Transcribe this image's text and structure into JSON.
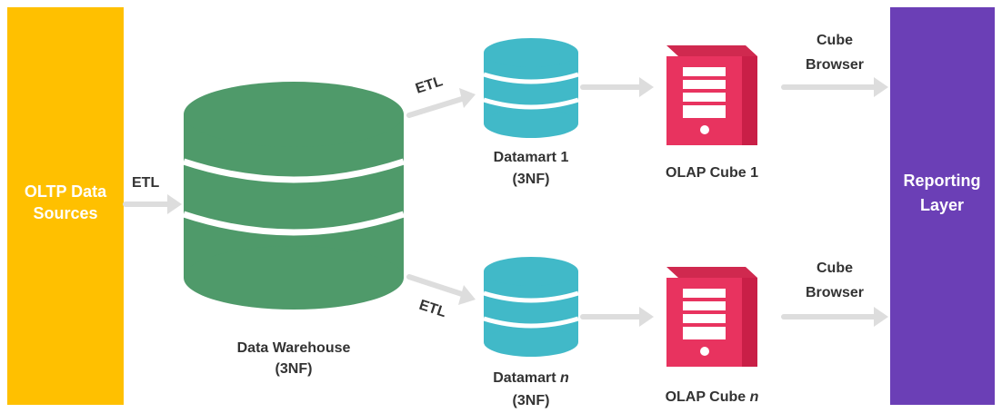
{
  "colors": {
    "oltp_panel": "#ffc000",
    "reporting_panel": "#6b3fb6",
    "warehouse": "#4f9a6a",
    "datamart": "#41b9c8",
    "olap": "#e8335f",
    "arrow": "#dddddd",
    "text": "#333333"
  },
  "sources": {
    "line1": "OLTP Data",
    "line2": "Sources"
  },
  "etl_left": "ETL",
  "warehouse": {
    "line1": "Data Warehouse",
    "line2": "(3NF)"
  },
  "etl_upper": "ETL",
  "etl_lower": "ETL",
  "datamart_top": {
    "line1": "Datamart 1",
    "line2": "(3NF)"
  },
  "datamart_bottom": {
    "line1_prefix": "Datamart ",
    "line1_italic": "n",
    "line2": "(3NF)"
  },
  "olap_top": {
    "label": "OLAP Cube 1"
  },
  "olap_bottom": {
    "label_prefix": "OLAP Cube ",
    "label_italic": "n"
  },
  "cube_browser_top": {
    "line1": "Cube",
    "line2": "Browser"
  },
  "cube_browser_bottom": {
    "line1": "Cube",
    "line2": "Browser"
  },
  "reporting": {
    "line1": "Reporting",
    "line2": "Layer"
  },
  "icons": {
    "warehouse": "database-icon",
    "datamart": "database-icon",
    "olap": "server-icon"
  }
}
